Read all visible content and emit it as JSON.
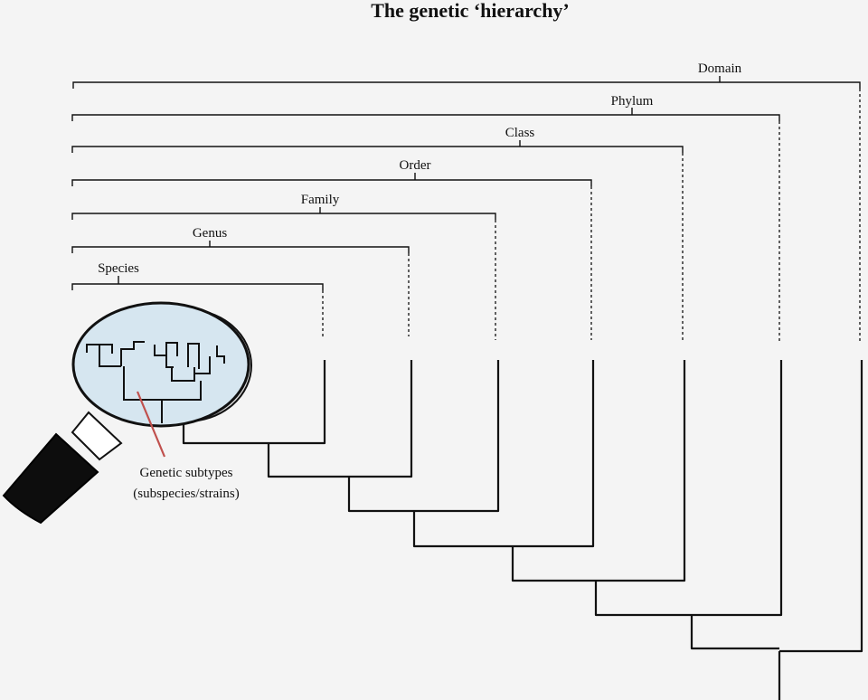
{
  "title": "The genetic ‘hierarchy’",
  "ranks": [
    {
      "id": "species",
      "label": "Species"
    },
    {
      "id": "genus",
      "label": "Genus"
    },
    {
      "id": "family",
      "label": "Family"
    },
    {
      "id": "order",
      "label": "Order"
    },
    {
      "id": "class",
      "label": "Class"
    },
    {
      "id": "phylum",
      "label": "Phylum"
    },
    {
      "id": "domain",
      "label": "Domain"
    }
  ],
  "callout": {
    "line1": "Genetic subtypes",
    "line2": "(subspecies/strains)",
    "line_color": "#c0504d"
  },
  "colors": {
    "background": "#f4f4f4",
    "lens_fill": "#d6e6f0",
    "lens_rim": "#dcdcdc",
    "handle": "#0d0d0d",
    "ink": "#111111"
  },
  "icons": {
    "magnifier": "magnifying-glass-icon"
  }
}
